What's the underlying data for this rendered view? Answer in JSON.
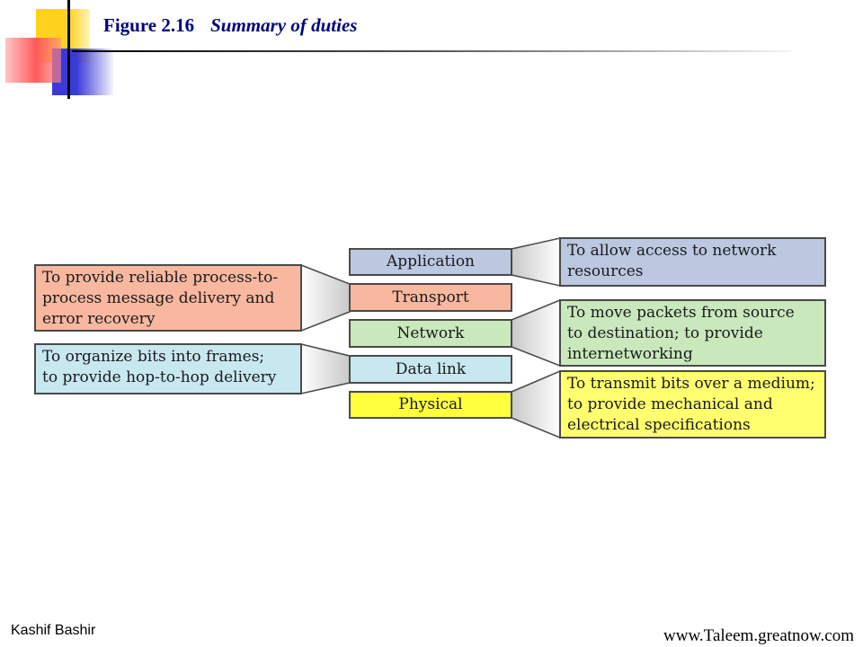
{
  "header": {
    "figure_label": "Figure 2.16",
    "figure_title": "Summary of duties"
  },
  "layers": [
    {
      "name": "Application",
      "color": "#bcc7e0"
    },
    {
      "name": "Transport",
      "color": "#f8b8a0"
    },
    {
      "name": "Network",
      "color": "#c9e8bc"
    },
    {
      "name": "Data link",
      "color": "#c8e8f0"
    },
    {
      "name": "Physical",
      "color": "#ffff40"
    }
  ],
  "duties": [
    {
      "layer": "Application",
      "side": "right",
      "lines": [
        "To allow access to network",
        "resources"
      ],
      "color": "#bcc7e0"
    },
    {
      "layer": "Transport",
      "side": "left",
      "lines": [
        "To provide reliable process-to-",
        "process message delivery and",
        "error recovery"
      ],
      "color": "#f8b8a0"
    },
    {
      "layer": "Network",
      "side": "right",
      "lines": [
        "To move packets from source",
        "to destination; to provide",
        "internetworking"
      ],
      "color": "#c9e8bc"
    },
    {
      "layer": "Data link",
      "side": "left",
      "lines": [
        "To organize bits into frames;",
        "to provide hop-to-hop delivery"
      ],
      "color": "#c8e8f0"
    },
    {
      "layer": "Physical",
      "side": "right",
      "lines": [
        "To transmit bits over a medium;",
        "to provide mechanical and",
        "electrical specifications"
      ],
      "color": "#ffff70"
    }
  ],
  "footer": {
    "author": "Kashif Bashir",
    "website": "www.Taleem.greatnow.com"
  },
  "colors": {
    "title": "#000080",
    "deco_yellow": "#ffd21e",
    "deco_red": "#ff5a5a",
    "deco_blue": "#3a3ad8"
  }
}
